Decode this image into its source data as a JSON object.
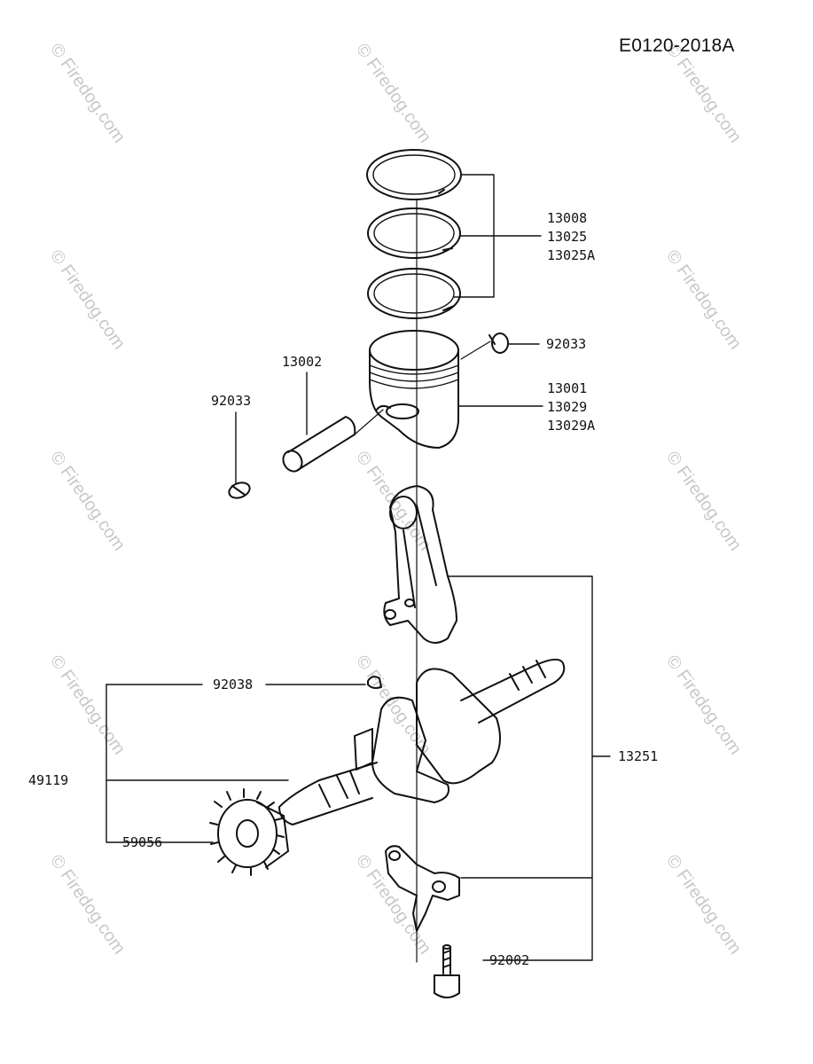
{
  "diagram_code": "E0120-2018A",
  "watermark_text": "© Firedog.com",
  "parts": {
    "ring_set": [
      "13008",
      "13025",
      "13025A"
    ],
    "piston_clip_right": "92033",
    "piston_pin": "13002",
    "piston_clip_left": "92033",
    "piston": [
      "13001",
      "13029",
      "13029A"
    ],
    "key": "92038",
    "crankshaft": "49119",
    "gear": "59056",
    "connecting_rod_assy": "13251",
    "bolt": "92002"
  },
  "colors": {
    "line": "#111111",
    "watermark": "#c8c8c8",
    "background": "#ffffff"
  }
}
